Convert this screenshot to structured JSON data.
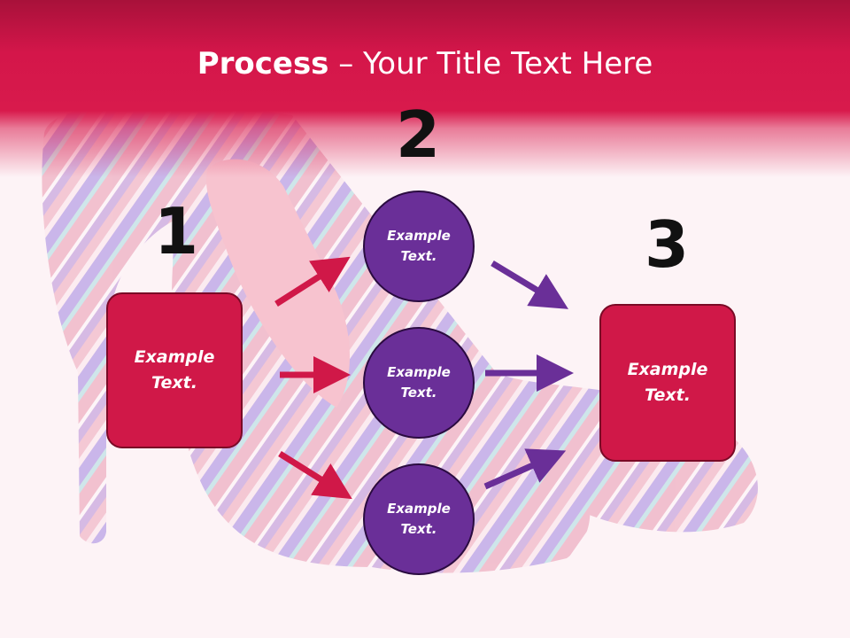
{
  "slide": {
    "title_bold": "Process",
    "title_rest": " – Your Title Text Here"
  },
  "steps": [
    {
      "number": "1",
      "label": "Example Text."
    },
    {
      "number": "2"
    },
    {
      "number": "3",
      "label": "Example Text."
    }
  ],
  "circles": [
    {
      "label": "Example Text."
    },
    {
      "label": "Example Text."
    },
    {
      "label": "Example Text."
    }
  ],
  "colors": {
    "header": "#d4164a",
    "box": "#d01848",
    "circle": "#6a2f98",
    "arrow_red": "#d01848",
    "arrow_purple": "#6a2f98"
  }
}
